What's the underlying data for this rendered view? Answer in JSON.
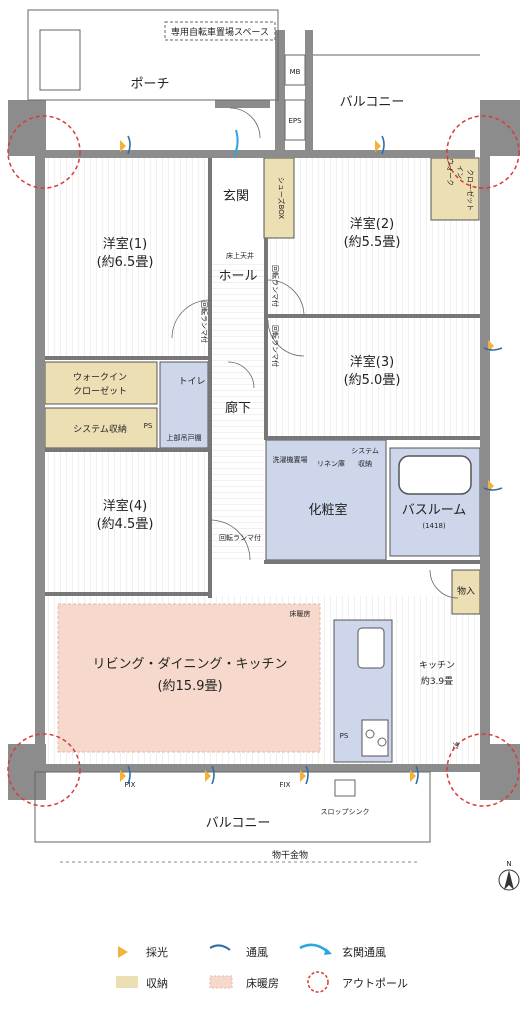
{
  "rooms": {
    "bike_space": "専用自転車置場スペース",
    "porch": "ポーチ",
    "mb": "MB",
    "eps": "EPS",
    "balcony_top": "バルコニー",
    "entrance": "玄関",
    "shoes_box": "シューズBOX",
    "hall": "ホール",
    "attic": "床上天井",
    "western1": "洋室(1)",
    "western1_size": "(約6.5畳)",
    "western2": "洋室(2)",
    "western2_size": "(約5.5畳)",
    "western3": "洋室(3)",
    "western3_size": "(約5.0畳)",
    "western4": "洋室(4)",
    "western4_size": "(約4.5畳)",
    "walkin_left_1": "ウォークイン",
    "walkin_left_2": "クローゼット",
    "walkin_right_1": "ウォーク",
    "walkin_right_2": "イン",
    "walkin_right_3": "クローゼット",
    "system_storage_left": "システム収納",
    "toilet": "トイレ",
    "ps": "PS",
    "upper_cabinet": "上部吊戸棚",
    "corridor": "廊下",
    "washer": "洗濯機置場",
    "linen": "リネン庫",
    "system_storage_right_1": "システム",
    "system_storage_right_2": "収納",
    "powder_room": "化粧室",
    "bathroom": "バスルーム",
    "bathroom_size": "(1418)",
    "storage_item": "物入",
    "ldk": "リビング・ダイニング・キッチン",
    "ldk_size": "(約15.9畳)",
    "floor_heating": "床暖房",
    "kitchen": "キッチン",
    "kitchen_size": "約3.9畳",
    "balcony_bottom": "バルコニー",
    "fix_left": "FIX",
    "fix_right": "FIX",
    "slop_sink": "スロップシンク",
    "clothes_pole": "物干金物",
    "rotating_lamp": "回転ランマ付",
    "refrigerator": "冷",
    "north": "N"
  },
  "legend": {
    "daylight": "採光",
    "ventilation": "通風",
    "entrance_ventilation": "玄関通風",
    "storage": "収納",
    "floor_heating": "床暖房",
    "out_pole": "アウトポール"
  },
  "colors": {
    "storage": "#ecdfb4",
    "floor_heating": "#f6d9cc",
    "bath_area": "#cdd6ea",
    "daylight": "#f3b23b",
    "ventilation": "#2e6ea6",
    "entrance_ventilation": "#2aa7df",
    "out_pole": "#d93a3a",
    "wall": "#8c8c8c"
  }
}
